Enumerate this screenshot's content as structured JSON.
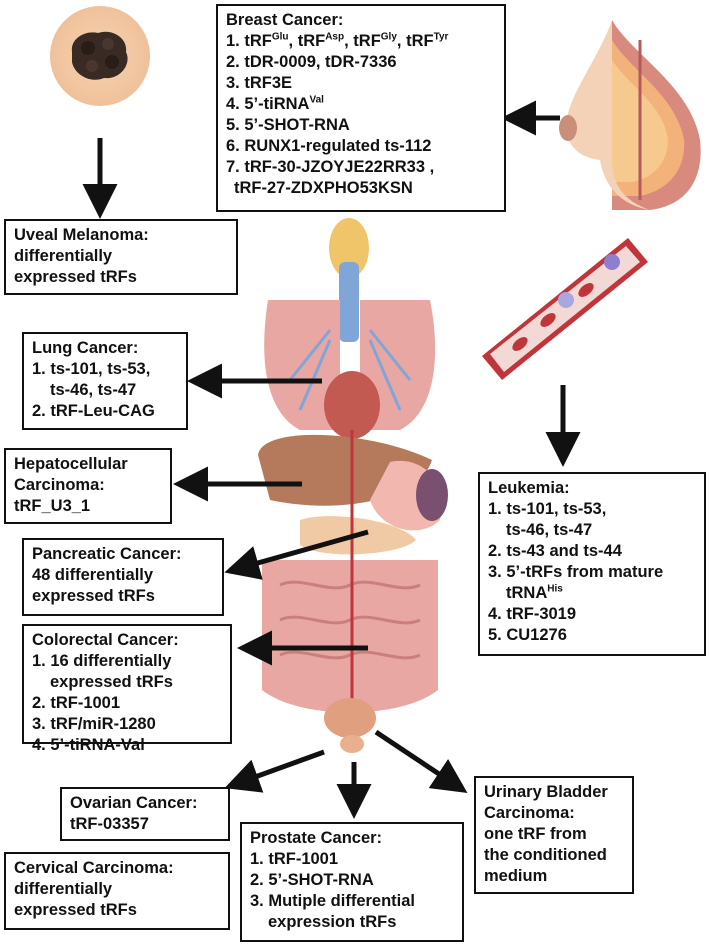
{
  "breast": {
    "title": "Breast Cancer:",
    "n": [
      "1.",
      "2.",
      "3.",
      "4.",
      "5.",
      "6.",
      "7."
    ],
    "item1": {
      "a": "tRF",
      "a_sup": "Glu",
      "b": ", tRF",
      "b_sup": "Asp",
      "c": ", tRF",
      "c_sup": "Gly",
      "d": ",  tRF",
      "d_sup": "Tyr"
    },
    "item2": "tDR-0009, tDR-7336",
    "item3": "tRF3E",
    "item4": {
      "base": "5’-tiRNA",
      "sup": "Val"
    },
    "item5": "5’-SHOT-RNA",
    "item6": "RUNX1-regulated ts-112",
    "item7": [
      "tRF-30-JZOYJE22RR33 ,",
      "tRF-27-ZDXPHO53KSN"
    ]
  },
  "uveal": {
    "lines": [
      "Uveal Melanoma:",
      "differentially",
      "expressed tRFs"
    ]
  },
  "lung": {
    "title": "Lung Cancer:",
    "items": [
      "1. ts-101, ts-53,",
      "ts-46, ts-47",
      "2. tRF-Leu-CAG"
    ]
  },
  "hcc": {
    "lines": [
      "Hepatocellular",
      "Carcinoma:",
      "tRF_U3_1"
    ]
  },
  "pancreatic": {
    "lines": [
      "Pancreatic Cancer:",
      "48 differentially",
      "expressed tRFs"
    ]
  },
  "colorectal": {
    "title": "Colorectal Cancer:",
    "items": [
      "1. 16 differentially",
      "expressed tRFs",
      "2. tRF-1001",
      "3. tRF/miR-1280",
      "4. 5’-tiRNA-Val"
    ]
  },
  "ovarian": {
    "lines": [
      "Ovarian Cancer:",
      "tRF-03357"
    ]
  },
  "cervical": {
    "lines": [
      "Cervical Carcinoma:",
      "differentially",
      "expressed tRFs"
    ]
  },
  "prostate": {
    "title": "Prostate Cancer:",
    "items": [
      "1. tRF-1001",
      "2. 5’-SHOT-RNA",
      "3. Mutiple differential",
      "expression tRFs"
    ]
  },
  "bladder": {
    "lines": [
      "Urinary Bladder",
      "Carcinoma:",
      "one tRF from",
      "the conditioned",
      "medium"
    ]
  },
  "leukemia": {
    "title": "Leukemia:",
    "items": [
      "1. ts-101, ts-53,",
      "ts-46, ts-47",
      "2. ts-43 and ts-44",
      "3. 5’-tRFs from mature"
    ],
    "item3b_base": "tRNA",
    "item3b_sup": "His",
    "item4": "4. tRF-3019",
    "item5": "5. CU1276"
  },
  "colors": {
    "box_border": "#111111",
    "arrow": "#111111",
    "organ_pink": "#e8a7a3",
    "melanoma_skin": "#f4c9a6",
    "vessel_red": "#c0353a"
  }
}
